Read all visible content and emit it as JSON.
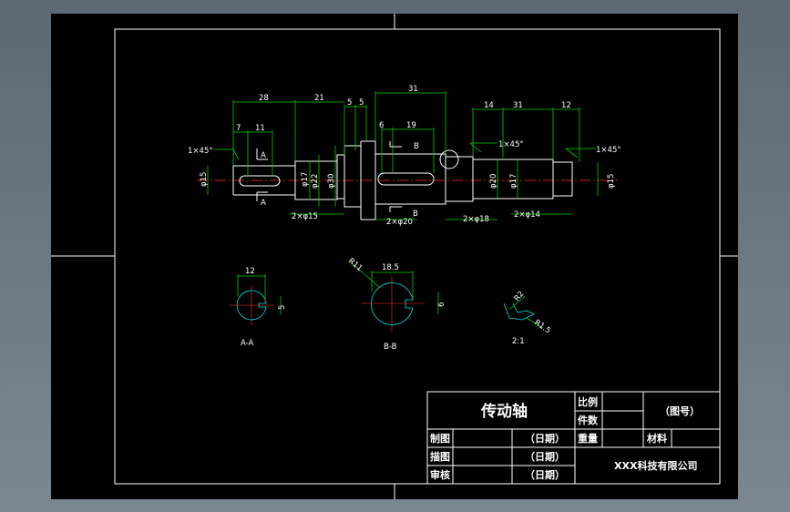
{
  "drawing": {
    "dimensions_top": [
      "28",
      "21",
      "5",
      "5",
      "31",
      "14",
      "31",
      "12"
    ],
    "dimensions_inner": [
      "7",
      "11",
      "6",
      "19"
    ],
    "chamfers": [
      "1×45°",
      "1×45°",
      "1×45°"
    ],
    "diameters": [
      "φ15",
      "φ17",
      "φ22",
      "φ30",
      "φ20",
      "φ17",
      "φ15"
    ],
    "bottom_dims": [
      "2×φ15",
      "2×φ20",
      "2×φ18",
      "2×φ14"
    ],
    "section_marks": [
      "A",
      "A",
      "B",
      "B"
    ],
    "section_dims": {
      "aa_width": "12",
      "aa_key": "5",
      "bb_width": "18.5",
      "bb_key": "6",
      "bb_radius": "R11",
      "detail_r1": "R2",
      "detail_r2": "R1.5"
    },
    "section_labels": [
      "A-A",
      "B-B",
      "2:1"
    ]
  },
  "title_block": {
    "part_name": "传动轴",
    "scale_label": "比例",
    "qty_label": "件数",
    "drawing_no": "（图号）",
    "weight_label": "重量",
    "material_label": "材料",
    "drafter_label": "制图",
    "checker_label": "描图",
    "reviewer_label": "审核",
    "date1": "（日期）",
    "date2": "（日期）",
    "date3": "（日期）",
    "company": "XXX科技有限公司"
  }
}
